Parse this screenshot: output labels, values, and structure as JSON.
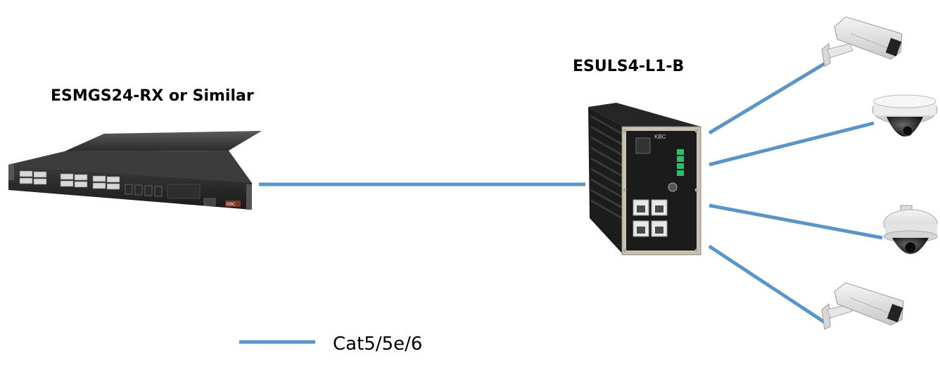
{
  "labels": {
    "core_switch": "ESMGS24-RX  or Similar",
    "edge_switch": "ESULS4-L1-B"
  },
  "legend": {
    "line_label": "Cat5/5e/6",
    "line_color": "#5b95c8"
  },
  "devices": {
    "core_switch_logo": "KBC",
    "edge_switch_logo": "KBC",
    "cameras": [
      "bullet-camera",
      "dome-camera",
      "ptz-dome-camera",
      "bullet-camera"
    ]
  },
  "colors": {
    "cable": "#5b95c8",
    "device_dark": "#1e1e1e"
  }
}
